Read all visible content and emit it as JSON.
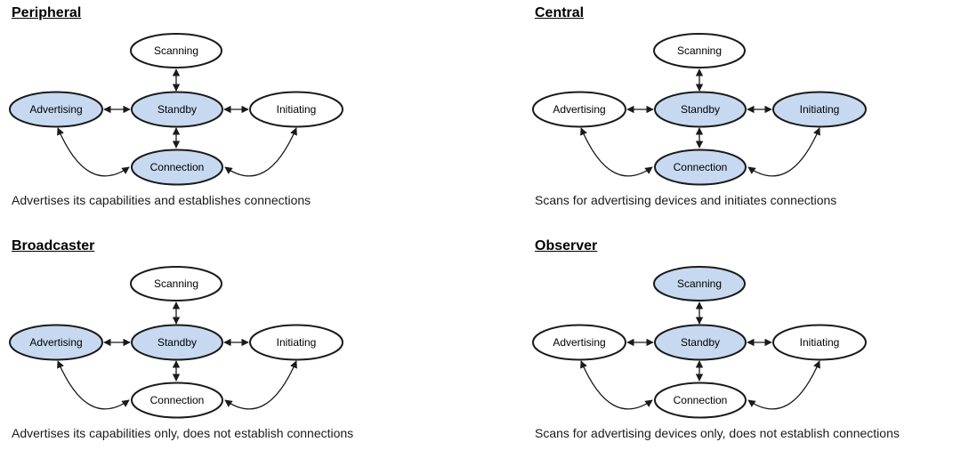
{
  "page": {
    "background": "#ffffff"
  },
  "colors": {
    "state_fill_active": "#c6d9f0",
    "state_fill_inactive": "#ffffff",
    "state_stroke": "#1a1a1a",
    "text": "#000000"
  },
  "diagrams": [
    {
      "id": "peripheral",
      "title": "Peripheral",
      "caption": "Advertises its capabilities and establishes connections",
      "states": [
        {
          "label": "Scanning",
          "highlighted": false
        },
        {
          "label": "Advertising",
          "highlighted": true
        },
        {
          "label": "Standby",
          "highlighted": true
        },
        {
          "label": "Initiating",
          "highlighted": false
        },
        {
          "label": "Connection",
          "highlighted": true
        }
      ]
    },
    {
      "id": "central",
      "title": "Central",
      "caption": "Scans for advertising devices and initiates connections",
      "states": [
        {
          "label": "Scanning",
          "highlighted": false
        },
        {
          "label": "Advertising",
          "highlighted": false
        },
        {
          "label": "Standby",
          "highlighted": true
        },
        {
          "label": "Initiating",
          "highlighted": true
        },
        {
          "label": "Connection",
          "highlighted": true
        }
      ]
    },
    {
      "id": "broadcaster",
      "title": "Broadcaster",
      "caption": "Advertises its capabilities only, does not establish connections",
      "states": [
        {
          "label": "Scanning",
          "highlighted": false
        },
        {
          "label": "Advertising",
          "highlighted": true
        },
        {
          "label": "Standby",
          "highlighted": true
        },
        {
          "label": "Initiating",
          "highlighted": false
        },
        {
          "label": "Connection",
          "highlighted": false
        }
      ]
    },
    {
      "id": "observer",
      "title": "Observer",
      "caption": "Scans for advertising devices only, does not establish connections",
      "states": [
        {
          "label": "Scanning",
          "highlighted": true
        },
        {
          "label": "Advertising",
          "highlighted": false
        },
        {
          "label": "Standby",
          "highlighted": true
        },
        {
          "label": "Initiating",
          "highlighted": false
        },
        {
          "label": "Connection",
          "highlighted": false
        }
      ]
    }
  ]
}
